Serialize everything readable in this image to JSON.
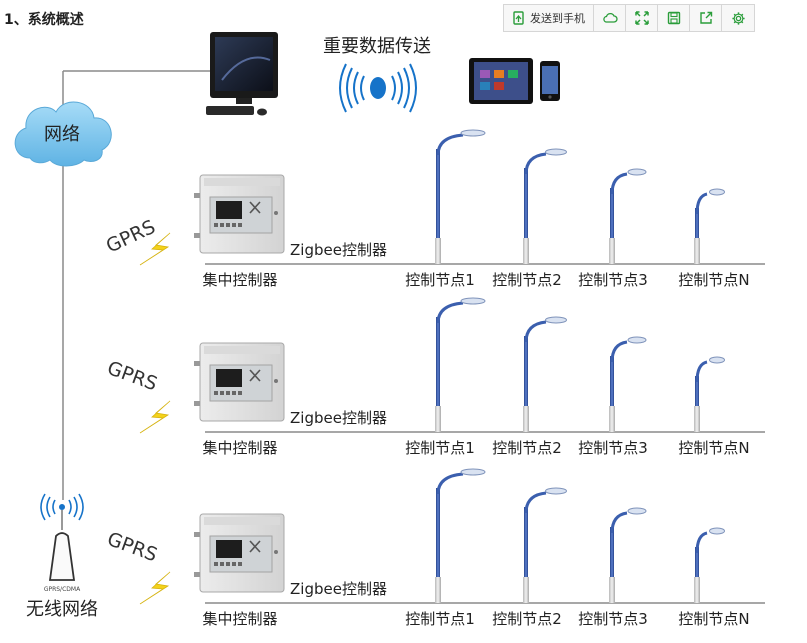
{
  "heading": "1、系统概述",
  "toolbar": {
    "send_label": "发送到手机",
    "icons": [
      "send-phone-icon",
      "cloud-icon",
      "expand-icon",
      "save-icon",
      "share-icon",
      "settings-icon"
    ]
  },
  "colors": {
    "accent": "#2a9d3a",
    "cloud": "#7fc3ea",
    "pole": "#3b5fae",
    "signal": "#1673c9",
    "bolt": "#f4d21a",
    "line": "#8a8a8a"
  },
  "diagram": {
    "transfer_label": "重要数据传送",
    "cloud_label": "网络",
    "wireless_label": "无线网络",
    "tower_caption": "GPRS/CDMA",
    "rows": [
      {
        "gprs": "GPRS",
        "concentrator": "集中控制器",
        "zigbee": "Zigbee控制器",
        "nodes": [
          "控制节点1",
          "控制节点2",
          "控制节点3",
          "控制节点N"
        ]
      },
      {
        "gprs": "GPRS",
        "concentrator": "集中控制器",
        "zigbee": "Zigbee控制器",
        "nodes": [
          "控制节点1",
          "控制节点2",
          "控制节点3",
          "控制节点N"
        ]
      },
      {
        "gprs": "GPRS",
        "concentrator": "集中控制器",
        "zigbee": "Zigbee控制器",
        "nodes": [
          "控制节点1",
          "控制节点2",
          "控制节点3",
          "控制节点N"
        ]
      }
    ]
  }
}
